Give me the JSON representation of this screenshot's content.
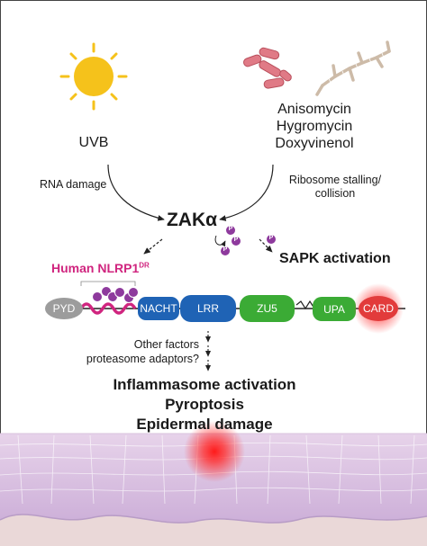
{
  "stimuli": {
    "uv": {
      "label": "UVB",
      "effect": "RNA damage"
    },
    "drugs": [
      "Anisomycin",
      "Hygromycin",
      "Doxyvinenol"
    ],
    "drug_effect": [
      "Ribosome stalling/",
      "collision"
    ]
  },
  "kinase": {
    "name": "ZAKα",
    "phospho_symbol": "P",
    "sapk": "SAPK activation"
  },
  "nlrp1": {
    "label": "Human NLRP1",
    "label_superscript": "DR",
    "domains": [
      "PYD",
      "NACHT",
      "LRR",
      "ZU5",
      "UPA",
      "CARD"
    ]
  },
  "downstream": {
    "factors": [
      "Other factors",
      "proteasome adaptors?"
    ],
    "outcomes": [
      "Inflammasome activation",
      "Pyroptosis",
      "Epidermal damage"
    ]
  },
  "colors": {
    "sun": "#f5c21b",
    "pyd": "#9c9c9c",
    "nacht_lrr": "#1f63b5",
    "zu5_upa": "#3bab35",
    "card": "#e23b3b",
    "nlrp1_label": "#d0257f",
    "phospho": "#8e3a9d",
    "skin": "#c9a9d6"
  }
}
